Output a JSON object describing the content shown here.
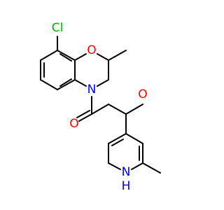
{
  "molecule": {
    "atoms": {
      "Cl": {
        "text": "Cl",
        "color": "#00b400"
      },
      "O_ring": {
        "text": "O",
        "color": "#ff0000"
      },
      "N_ring": {
        "text": "N",
        "color": "#0000ff"
      },
      "O_carbonyl": {
        "text": "O",
        "color": "#ff0000"
      },
      "O_hydroxy": {
        "text": "O",
        "color": "#ff0000"
      },
      "N_pyridine": {
        "text": "N",
        "color": "#0000ff"
      },
      "H_pyridine": {
        "text": "H",
        "color": "#0000ff"
      }
    },
    "bond_color": "#000000",
    "background": "#ffffff"
  }
}
